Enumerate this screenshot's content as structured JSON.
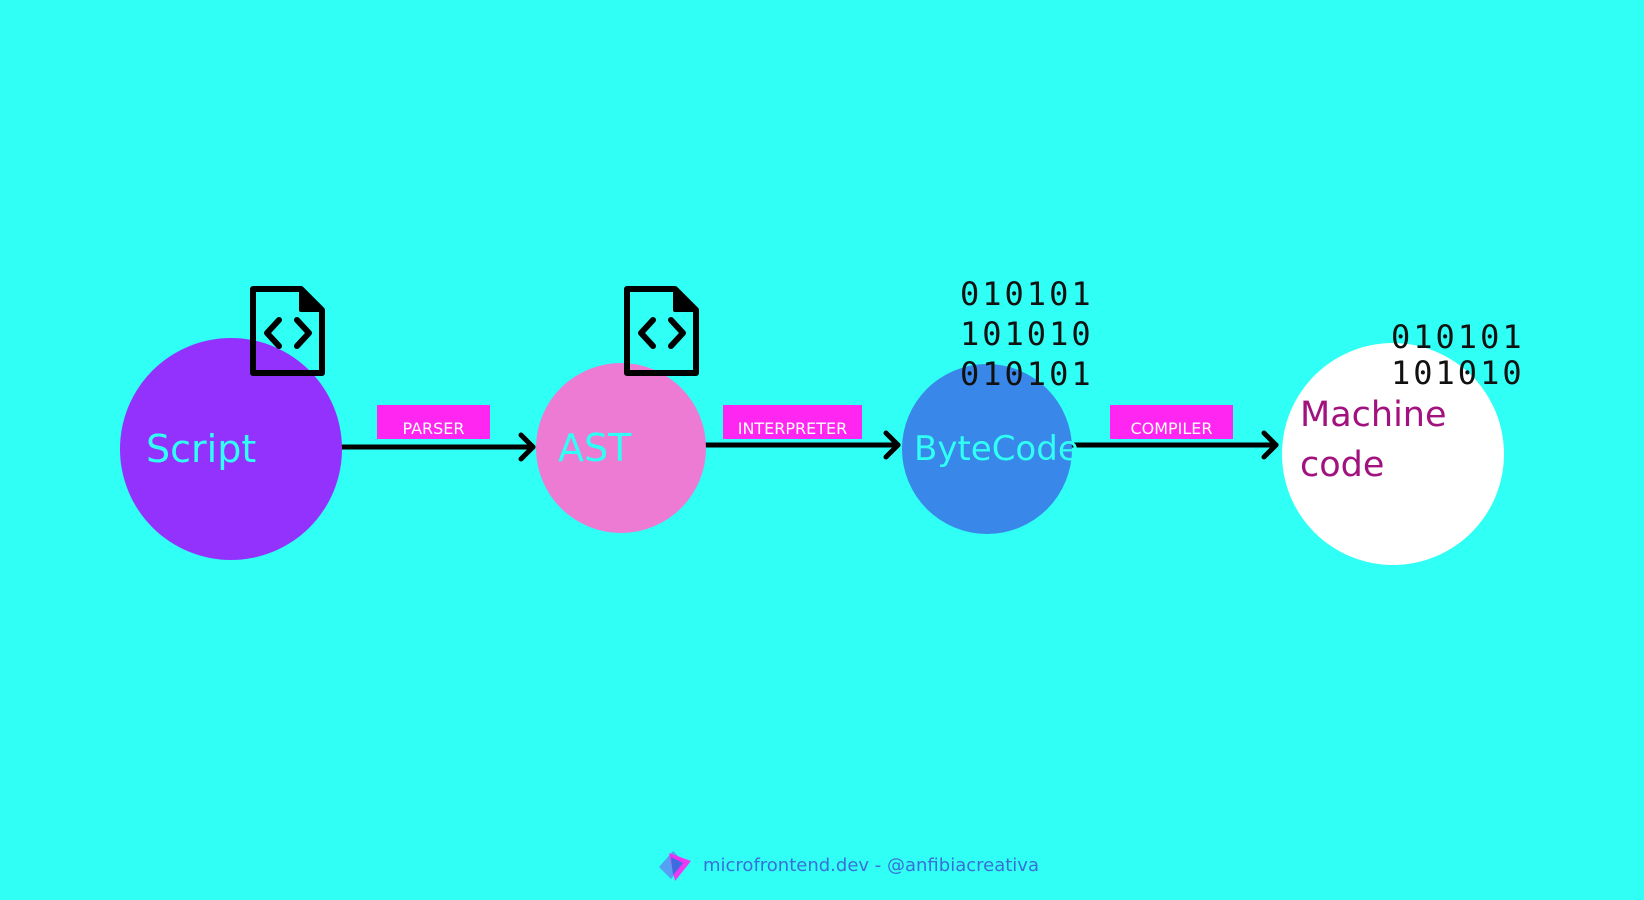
{
  "nodes": {
    "script": "Script",
    "ast": "AST",
    "bytecode": "ByteCode",
    "machine": "Machine code"
  },
  "edges": {
    "parser": "PARSER",
    "interpreter": "INTERPRETER",
    "compiler": "COMPILER"
  },
  "binary": {
    "bytecode": "010101\n101010\n010101",
    "machine": "010101\n101010"
  },
  "icons": {
    "script_file": "code-file-icon",
    "ast_file": "code-file-icon",
    "footer_logo": "microfrontend-logo-icon"
  },
  "footer": {
    "text": "microfrontend.dev - @anfibiacreativa"
  },
  "colors": {
    "background": "#2ffff5",
    "script": "#9332fd",
    "ast": "#ed7ad3",
    "bytecode": "#3887e9",
    "machine": "#ffffff",
    "tag": "#ff26f2",
    "machine_text": "#a2127f"
  }
}
